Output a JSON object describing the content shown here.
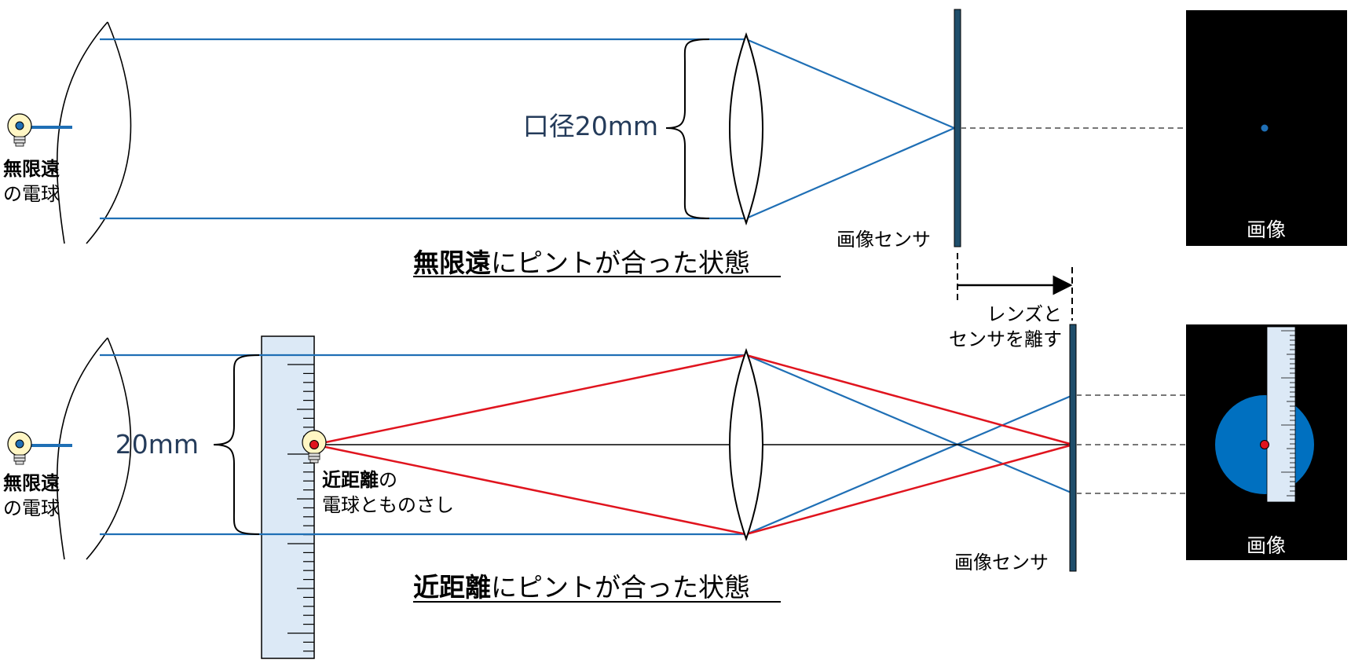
{
  "top": {
    "bulb_label_bold": "無限遠",
    "bulb_label_rest": "の電球",
    "aperture_label": "口径20mm",
    "sensor_label": "画像センサ",
    "image_label": "画像",
    "caption_bold": "無限遠",
    "caption_rest": "にピントが合った状態"
  },
  "move": {
    "line1": "レンズと",
    "line2": "センサを離す"
  },
  "bottom": {
    "bulb_label_bold": "無限遠",
    "bulb_label_rest": "の電球",
    "width_label": "20mm",
    "near_bulb_bold": "近距離",
    "near_bulb_suffix": "の",
    "near_bulb_line2": "電球とものさし",
    "sensor_label": "画像センサ",
    "image_label": "画像",
    "caption_bold": "近距離",
    "caption_rest": "にピントが合った状態"
  },
  "colors": {
    "ray_infinite": "#1f6fb5",
    "ray_near": "#e0141e",
    "sensor": "#1f4e6b",
    "ruler_fill": "#dce9f6",
    "blur_disc": "#0070c0",
    "bulb_glass": "#fff6c4"
  }
}
